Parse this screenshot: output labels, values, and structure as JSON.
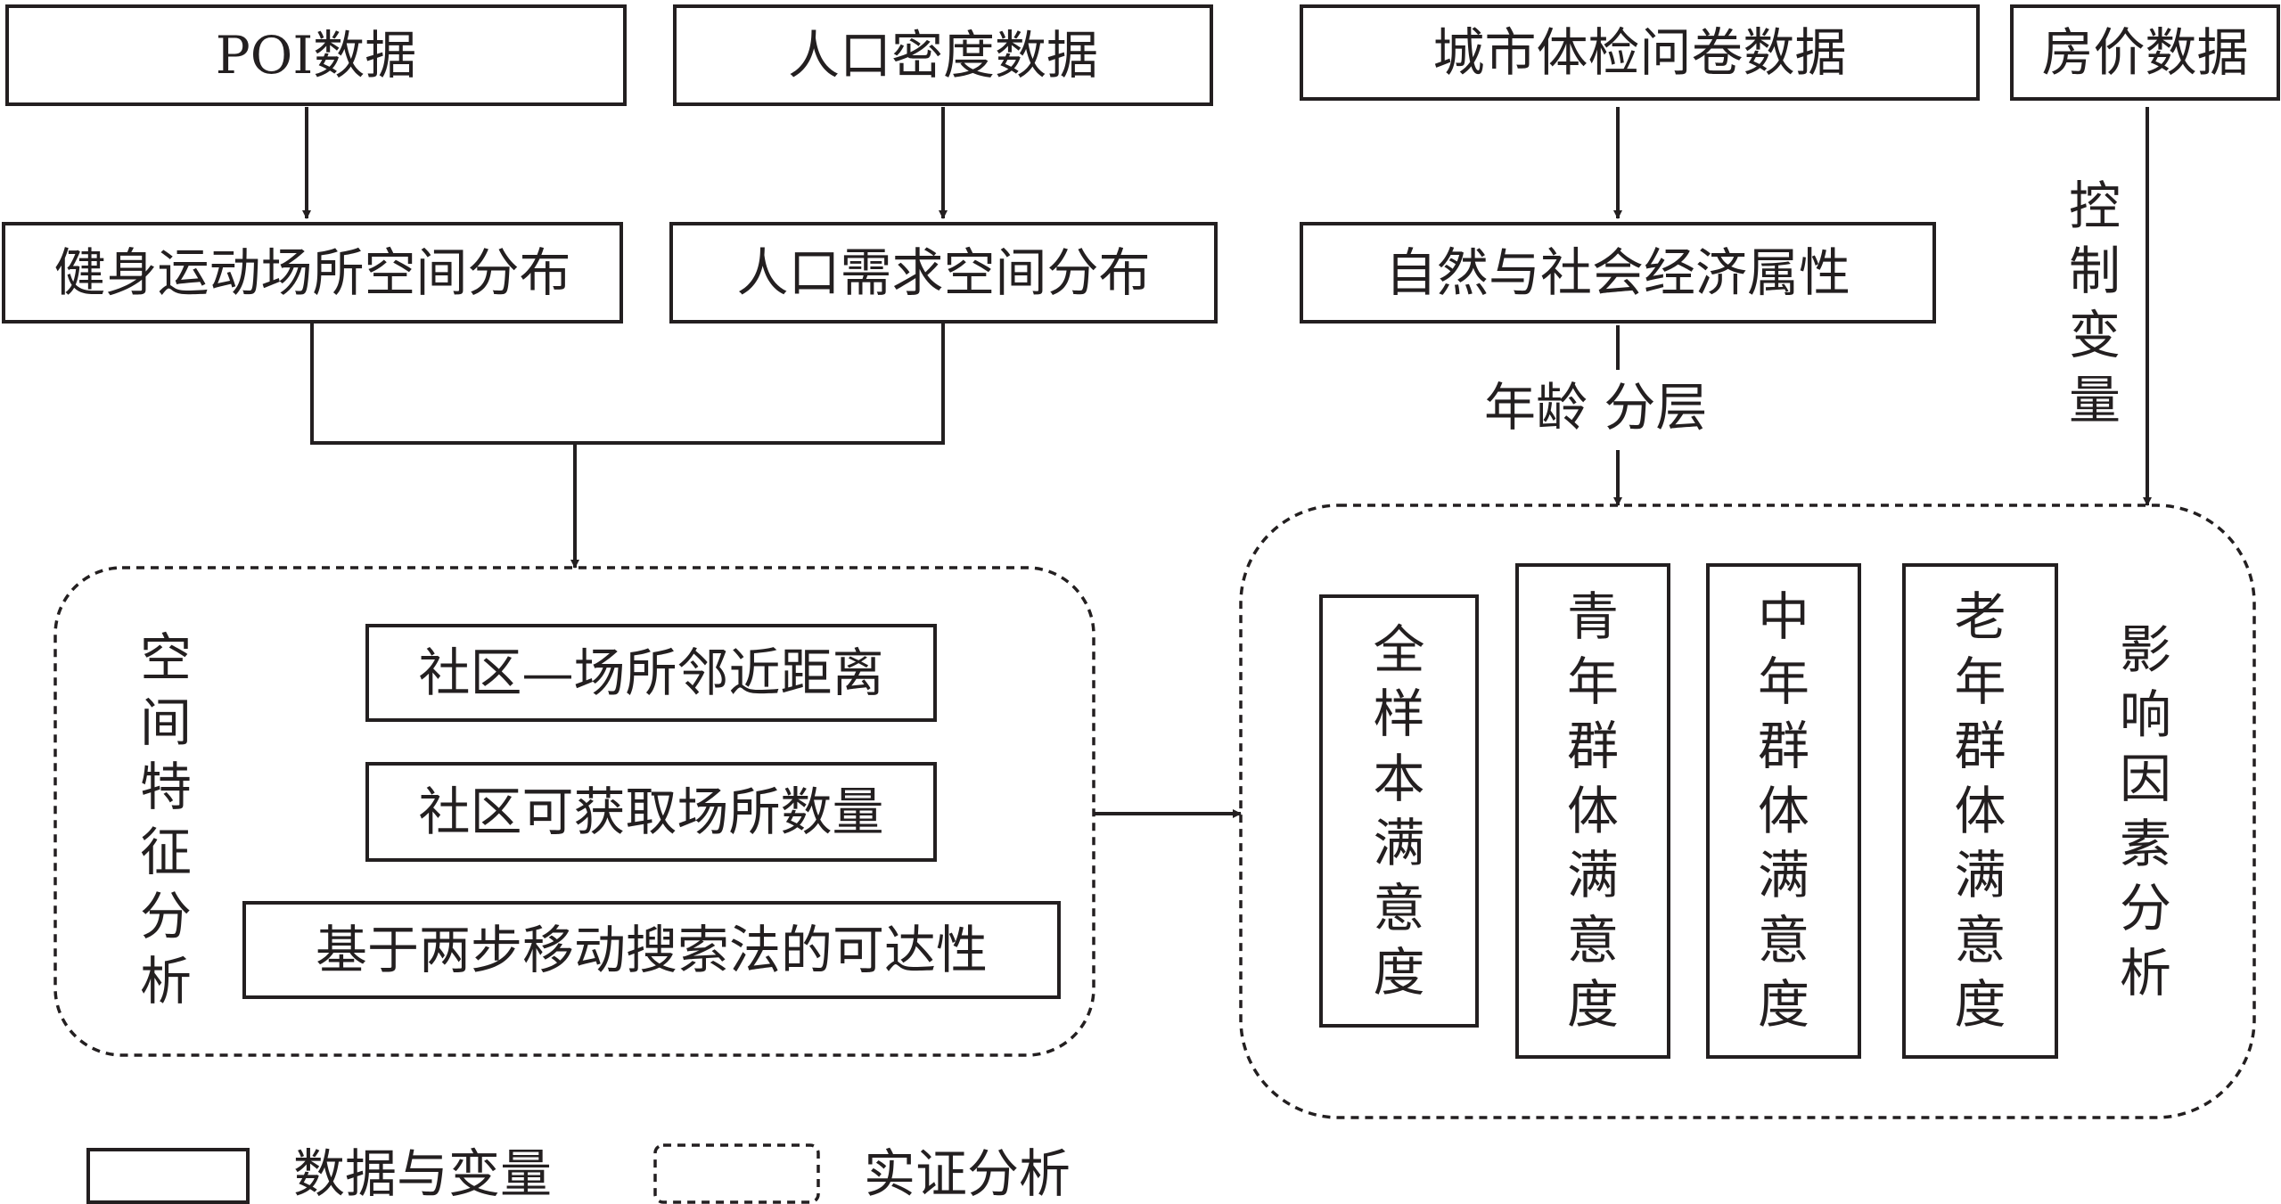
{
  "data_sources": {
    "poi": "POI数据",
    "population_density": "人口密度数据",
    "questionnaire": "城市体检问卷数据",
    "house_price": "房价数据"
  },
  "derived": {
    "facility_distribution": "健身运动场所空间分布",
    "population_demand": "人口需求空间分布",
    "attributes": "自然与社会经济属性"
  },
  "edge_labels": {
    "age_stratification": "年龄 分层",
    "control_variable": "控制变量"
  },
  "spatial_analysis": {
    "title": "空间特征分析",
    "items": [
      "社区—场所邻近距离",
      "社区可获取场所数量",
      "基于两步移动搜索法的可达性"
    ]
  },
  "satisfaction_analysis": {
    "title": "影响因素分析",
    "groups": [
      "全样本满意度",
      "青年群体满意度",
      "中年群体满意度",
      "老年群体满意度"
    ]
  },
  "legend": {
    "solid_label": "数据与变量",
    "dashed_label": "实证分析"
  }
}
